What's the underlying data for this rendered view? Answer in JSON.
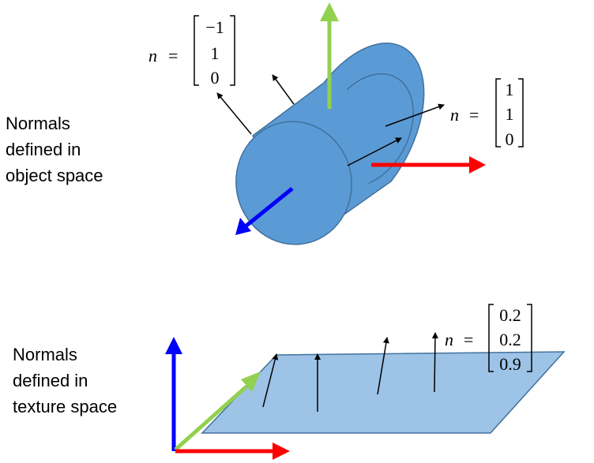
{
  "labels": {
    "object_space": [
      "Normals",
      "defined in",
      "object space"
    ],
    "texture_space": [
      "Normals",
      "defined in",
      "texture space"
    ]
  },
  "equations": {
    "object_left": {
      "var": "n",
      "eq": "=",
      "vector": [
        "−1",
        "1",
        "0"
      ]
    },
    "object_right": {
      "var": "n",
      "eq": "=",
      "vector": [
        "1",
        "1",
        "0"
      ]
    },
    "texture": {
      "var": "n",
      "eq": "=",
      "vector": [
        "0.2",
        "0.2",
        "0.9"
      ]
    }
  },
  "colors": {
    "cylinder_fill": "#5b9bd5",
    "cylinder_stroke": "#41719c",
    "plane_fill": "#9dc3e6",
    "axis_green": "#92d050",
    "axis_red": "#ff0000",
    "axis_blue": "#0000ff"
  },
  "icons": [
    "normal-arrow-icon",
    "axis-arrow-icon"
  ]
}
